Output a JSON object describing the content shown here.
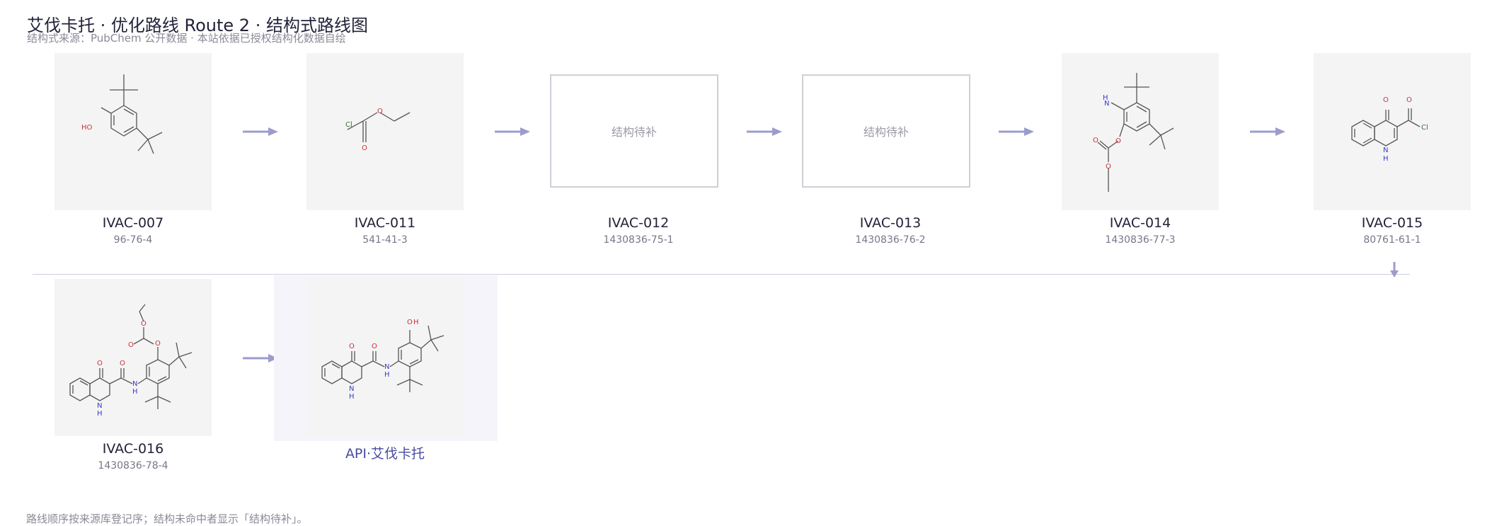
{
  "title": "艾伐卡托 · 优化路线 Route 2 · 结构式路线图",
  "subtitle": "结构式来源：PubChem 公开数据 · 本站依据已授权结构化数据自绘",
  "missing_label": "结构待补",
  "nodes": [
    {
      "code": "IVAC-007",
      "cas": "96-76-4"
    },
    {
      "code": "IVAC-011",
      "cas": "541-41-3"
    },
    {
      "code": "IVAC-012",
      "cas": "1430836-75-1"
    },
    {
      "code": "IVAC-013",
      "cas": "1430836-76-2"
    },
    {
      "code": "IVAC-014",
      "cas": "1430836-77-3"
    },
    {
      "code": "IVAC-015",
      "cas": "80761-61-1"
    },
    {
      "code": "IVAC-016",
      "cas": "1430836-78-4"
    }
  ],
  "api": {
    "label": "API·艾伐卡托"
  },
  "atoms": {
    "O": "O",
    "H": "H",
    "N": "N",
    "Cl": "Cl",
    "NH": "NH",
    "HO": "HO"
  },
  "footer": "路线顺序按来源库登记序；结构未命中者显示「结构待补」。",
  "colors": {
    "arrow": "#9c9ccc",
    "oxygen": "#c8323c",
    "nitrogen": "#3a3ac8",
    "bond": "#555555"
  }
}
